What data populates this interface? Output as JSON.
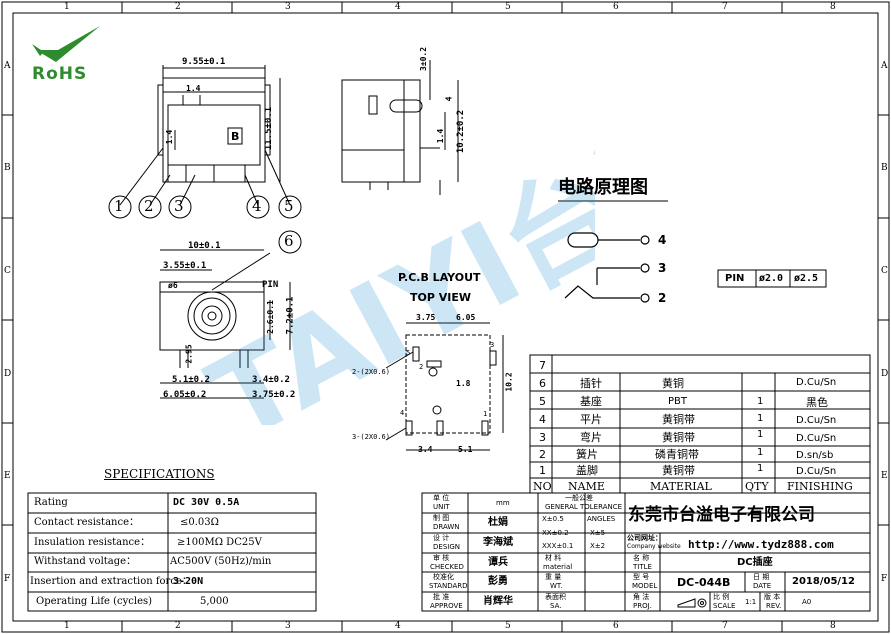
{
  "border": {
    "cols": [
      "1",
      "2",
      "3",
      "4",
      "5",
      "6",
      "7",
      "8"
    ],
    "rows": [
      "A",
      "B",
      "C",
      "D",
      "E",
      "F"
    ]
  },
  "logo": {
    "text": "RoHS"
  },
  "watermark": {
    "text": "TAIYI台溢"
  },
  "front_view": {
    "dim_width": "9.55±0.1",
    "dim_14a": "1.4",
    "dim_14b": "1.4",
    "dim_height": "11.5±0.1",
    "label_b": "B",
    "callouts": [
      "1",
      "2",
      "3",
      "4",
      "5"
    ]
  },
  "side_view": {
    "dim_3": "3±0.2",
    "dim_4": "4",
    "dim_14": "1.4",
    "dim_10": "10.2±0.2"
  },
  "bottom_view": {
    "callout": "6",
    "dim_10": "10±0.1",
    "dim_355": "3.55±0.1",
    "dim_phi": "ø6",
    "pin_label": "PIN",
    "dim_26": "2.6±0.1",
    "dim_72": "7.2±0.1",
    "dim_295": "2.95",
    "dim_51": "5.1±0.2",
    "dim_34": "3.4±0.2",
    "dim_605": "6.05±0.2",
    "dim_375": "3.75±0.2"
  },
  "pcb": {
    "title": "P.C.B LAYOUT",
    "subtitle": "TOP  VIEW",
    "dim_375": "3.75",
    "dim_605": "6.05",
    "dim_18": "1.8",
    "dim_102": "10.2",
    "dim_34": "3.4",
    "dim_51": "5.1",
    "hole_a": "2-(2X0.6)",
    "hole_b": "3-(2X0.6)",
    "pins": [
      "5",
      "2",
      "3",
      "4",
      "1"
    ]
  },
  "schematic": {
    "title": "电路原理图",
    "pins": [
      "4",
      "3",
      "2"
    ],
    "pin_box": {
      "label": "PIN",
      "opt1": "ø2.0",
      "opt2": "ø2.5"
    }
  },
  "bom": {
    "headers": {
      "no": "NO",
      "name": "NAME",
      "material": "MATERIAL",
      "qty": "QTY",
      "finishing": "FINISHING"
    },
    "rows": [
      {
        "no": "7",
        "name": "",
        "material": "",
        "qty": "",
        "finishing": ""
      },
      {
        "no": "6",
        "name": "插针",
        "material": "黄铜",
        "qty": "",
        "finishing": "D.Cu/Sn"
      },
      {
        "no": "5",
        "name": "基座",
        "material": "PBT",
        "qty": "1",
        "finishing": "黑色"
      },
      {
        "no": "4",
        "name": "平片",
        "material": "黄铜带",
        "qty": "1",
        "finishing": "D.Cu/Sn"
      },
      {
        "no": "3",
        "name": "弯片",
        "material": "黄铜带",
        "qty": "1",
        "finishing": "D.Cu/Sn"
      },
      {
        "no": "2",
        "name": "簧片",
        "material": "磷青铜带",
        "qty": "1",
        "finishing": "D.sn/sb"
      },
      {
        "no": "1",
        "name": "盖脚",
        "material": "黄铜带",
        "qty": "1",
        "finishing": "D.Cu/Sn"
      }
    ]
  },
  "specs": {
    "title": "SPECIFICATIONS",
    "rows": [
      {
        "label": "Rating",
        "value": "DC 30V  0.5A"
      },
      {
        "label": "Contact resistance：",
        "value": "≤0.03Ω"
      },
      {
        "label": "Insulation resistance：",
        "value": "≥100MΩ DC25V"
      },
      {
        "label": "Withstand voltage：",
        "value": "AC500V (50Hz)/min"
      },
      {
        "label": "Insertion and extraction force：",
        "value": "3-20N"
      },
      {
        "label": "Operating Life (cycles)",
        "value": "5,000"
      }
    ]
  },
  "title_block": {
    "unit_cn": "单 位",
    "unit_en": "UNIT",
    "unit_val": "mm",
    "tol_cn": "一般公差",
    "tol_en": "GENERAL TOLERANCE",
    "tol": [
      "X±0.5",
      "ANGLES",
      "XX±0.2",
      "X±5",
      "XXX±0.1",
      "X±2"
    ],
    "drawn_cn": "制 图",
    "drawn_en": "DRAWN",
    "drawn": "杜娟",
    "design_cn": "设 计",
    "design_en": "DESIGN",
    "design": "李海斌",
    "checked_cn": "审 核",
    "checked_en": "CHECKED",
    "checked": "谭兵",
    "standard_cn": "校准化",
    "standard_en": "STANDARD",
    "standard": "彭勇",
    "approve_cn": "批 准",
    "approve_en": "APPROVE",
    "approve": "肖辉华",
    "material_cn": "材 料",
    "material_en": "material",
    "weight_cn": "重 量",
    "weight_en": "WT.",
    "surface_cn": "表面积",
    "surface_en": "SA.",
    "company": "东莞市台溢电子有限公司",
    "website_label": "公司网址：",
    "website_en": "Company website",
    "website": "http://www.tydz888.com",
    "name_cn": "名 称",
    "name_en": "TITLE",
    "title": "DC插座",
    "model_cn": "型 号",
    "model_en": "MODEL",
    "model": "DC-044B",
    "date_cn": "日 期",
    "date_en": "DATE",
    "date": "2018/05/12",
    "proj_cn": "角 法",
    "proj_en": "PROJ.",
    "scale_cn": "比 例",
    "scale_en": "SCALE",
    "scale": "1:1",
    "rev_cn": "版 本",
    "rev_en": "REV.",
    "rev": "A0"
  }
}
